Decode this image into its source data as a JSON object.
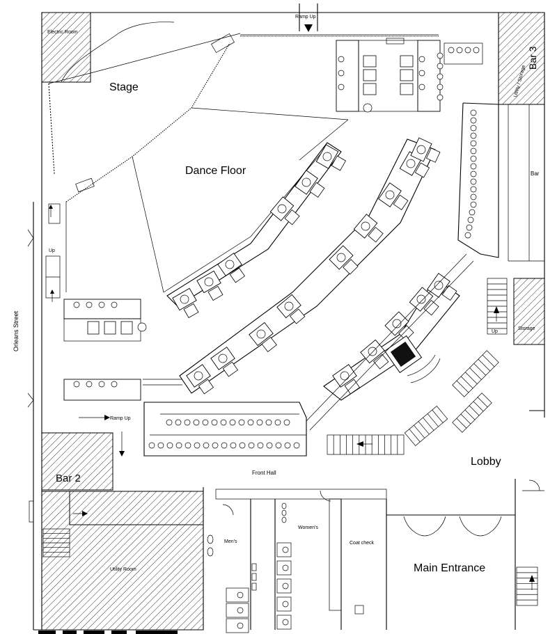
{
  "labels": {
    "stage": "Stage",
    "dance_floor": "Dance Floor",
    "lobby": "Lobby",
    "main_entrance": "Main Entrance",
    "bar_2": "Bar 2",
    "bar_3": "Bar 3",
    "bar": "Bar",
    "front_hall": "Front Hall",
    "electric_room": "Electric Room",
    "utility_storage": "Utility / Storage",
    "storage": "Storage",
    "utility_room": "Utility Room",
    "mens": "Men's",
    "womens": "Women's",
    "coat_check": "Coat check",
    "orleans_street": "Orleans Street",
    "ramp_up_top": "Ramp Up",
    "ramp_up_left": "Ramp Up",
    "up": "Up"
  }
}
